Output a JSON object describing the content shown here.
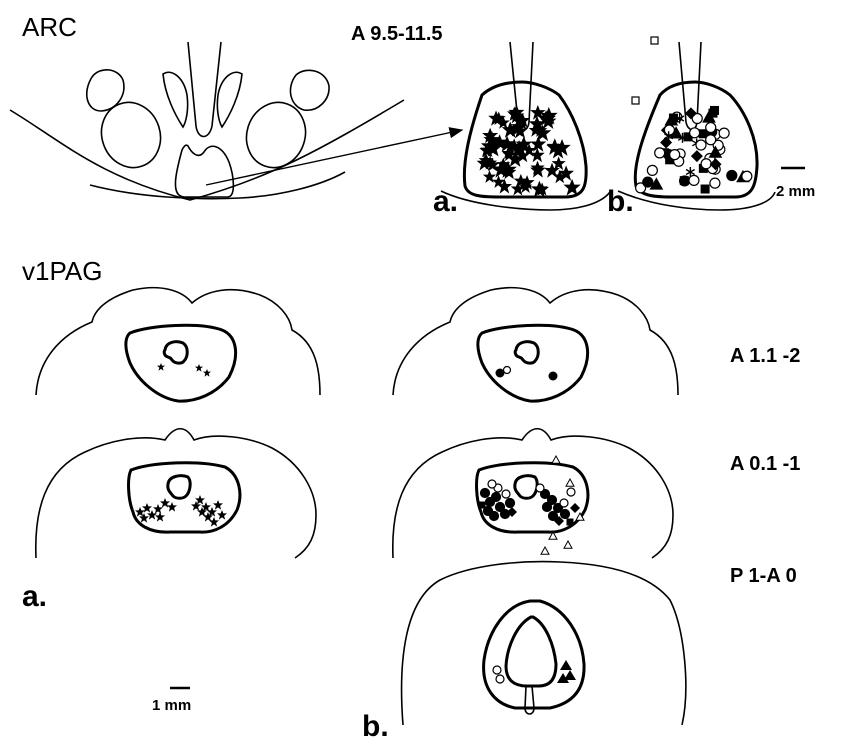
{
  "labels": {
    "arc": "ARC",
    "arc_coords": "A 9.5-11.5",
    "arc_panel_a": "a.",
    "arc_panel_b": "b.",
    "arc_scale": "2 mm",
    "pag": "v1PAG",
    "pag_coord_1": "A 1.1 -2",
    "pag_coord_2": "A 0.1 -1",
    "pag_coord_3": "P 1-A 0",
    "pag_panel_a": "a.",
    "pag_panel_b": "b.",
    "pag_scale": "1 mm"
  },
  "colors": {
    "ink": "#000000",
    "background": "#ffffff"
  },
  "marker_symbols": [
    "star",
    "asterisk",
    "filled-circle",
    "open-circle",
    "filled-square",
    "open-square",
    "filled-diamond",
    "filled-triangle",
    "open-triangle"
  ]
}
